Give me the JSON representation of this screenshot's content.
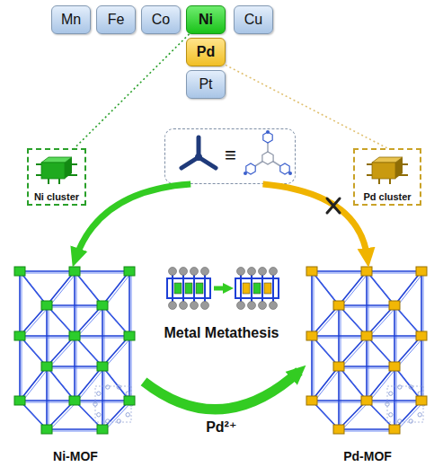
{
  "diagram": {
    "nodes": [
      {
        "text": [
          "Mn"
        ]
      },
      {
        "text": [
          "Fe"
        ]
      },
      {
        "text": [
          "Co"
        ]
      },
      {
        "text": [
          "Ni"
        ]
      },
      {
        "text": [
          "Cu"
        ]
      },
      {
        "text": [
          "Pd"
        ]
      },
      {
        "text": [
          "Pt"
        ]
      },
      {
        "text": [
          "Ni cluster"
        ]
      },
      {
        "text": [
          "≡"
        ]
      },
      {
        "text": [
          "Pd cluster"
        ]
      },
      {
        "text": [
          "Ni-MOF"
        ]
      },
      {
        "text": [
          "Pd-MOF"
        ]
      }
    ],
    "edges": [
      {
        "from": 3,
        "to": 7,
        "arrow": "none"
      },
      {
        "from": 5,
        "to": 9,
        "arrow": "none"
      },
      {
        "from": 8,
        "to": 10,
        "arrow": "to"
      },
      {
        "from": 8,
        "to": 11,
        "arrow": "to"
      },
      {
        "from": 10,
        "to": 11,
        "arrow": "to",
        "label": "Pd²⁺"
      }
    ],
    "labels": [
      "Metal Metathesis"
    ]
  }
}
